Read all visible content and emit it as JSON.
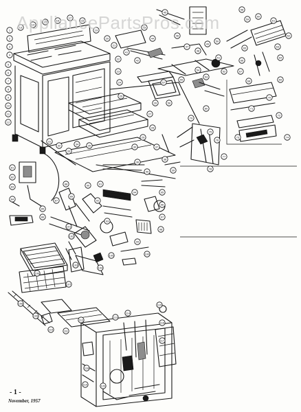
{
  "watermark": "AppliancePartsPros.com",
  "page_number": "- 1 -",
  "date": "November, 1957",
  "callouts": [
    "1",
    "2",
    "3",
    "4",
    "5",
    "6",
    "7",
    "8",
    "9",
    "10",
    "11",
    "12",
    "13",
    "14",
    "15",
    "16",
    "17",
    "18",
    "19",
    "20",
    "21",
    "22",
    "23",
    "24",
    "25",
    "26",
    "27",
    "28",
    "29",
    "30",
    "31",
    "32",
    "33",
    "34",
    "35",
    "36",
    "37",
    "38",
    "39",
    "40",
    "41",
    "42",
    "43",
    "44",
    "45",
    "46",
    "47",
    "48",
    "49",
    "50",
    "51",
    "52",
    "53",
    "54",
    "55",
    "56",
    "57",
    "58",
    "59",
    "60",
    "61",
    "62",
    "63",
    "64",
    "65",
    "66",
    "67",
    "68",
    "69",
    "70",
    "71",
    "72",
    "73",
    "74",
    "75",
    "76",
    "77",
    "78",
    "79",
    "80",
    "81",
    "82",
    "83",
    "84",
    "85",
    "86",
    "87",
    "88",
    "89",
    "90",
    "91",
    "92",
    "93",
    "94",
    "95",
    "96",
    "97",
    "98",
    "99",
    "100",
    "101",
    "102",
    "103",
    "104",
    "105",
    "106",
    "107",
    "108",
    "109",
    "110",
    "111",
    "112",
    "113",
    "114",
    "115",
    "116",
    "117",
    "118",
    "119",
    "120"
  ]
}
